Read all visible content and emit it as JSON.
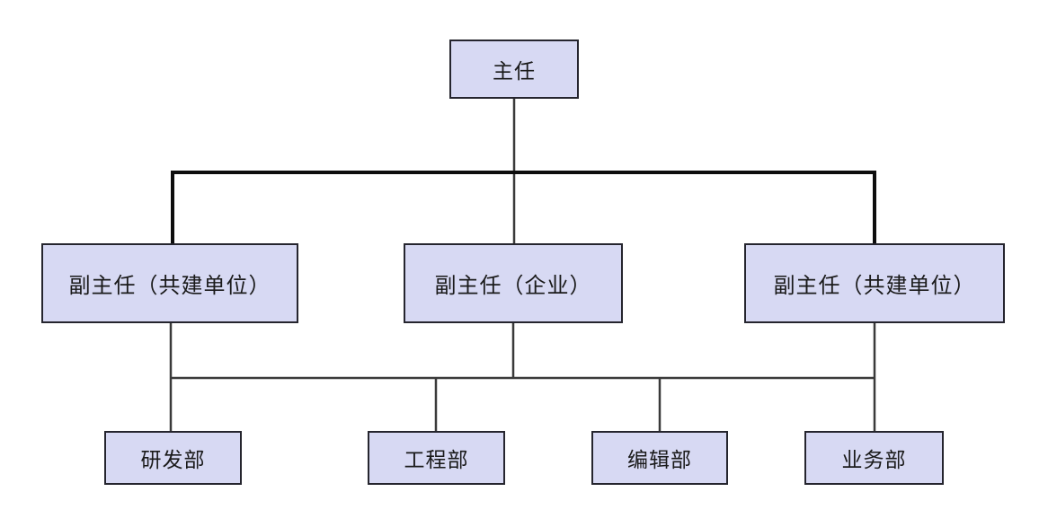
{
  "diagram": {
    "type": "org-chart",
    "background": "#ffffff",
    "colors": {
      "node_fill": "#d7d9f3",
      "node_border": "#25252e",
      "line_thick": "#0d0d0d",
      "line_thin": "#3a3a3a",
      "text": "#1a1a1a"
    },
    "nodes": {
      "director": {
        "label": "主任"
      },
      "deputy_left": {
        "label": "副主任（共建单位）"
      },
      "deputy_mid": {
        "label": "副主任（企业）"
      },
      "deputy_right": {
        "label": "副主任（共建单位）"
      },
      "dept_rd": {
        "label": "研发部"
      },
      "dept_eng": {
        "label": "工程部"
      },
      "dept_edit": {
        "label": "编辑部"
      },
      "dept_biz": {
        "label": "业务部"
      }
    },
    "levels": [
      [
        "主任"
      ],
      [
        "副主任（共建单位）",
        "副主任（企业）",
        "副主任（共建单位）"
      ],
      [
        "研发部",
        "工程部",
        "编辑部",
        "业务部"
      ]
    ],
    "edges": [
      {
        "from": "director",
        "to": "deputy_left"
      },
      {
        "from": "director",
        "to": "deputy_mid"
      },
      {
        "from": "director",
        "to": "deputy_right"
      },
      {
        "from": "deputies",
        "to": "dept_rd"
      },
      {
        "from": "deputies",
        "to": "dept_eng"
      },
      {
        "from": "deputies",
        "to": "dept_edit"
      },
      {
        "from": "deputies",
        "to": "dept_biz"
      }
    ]
  }
}
